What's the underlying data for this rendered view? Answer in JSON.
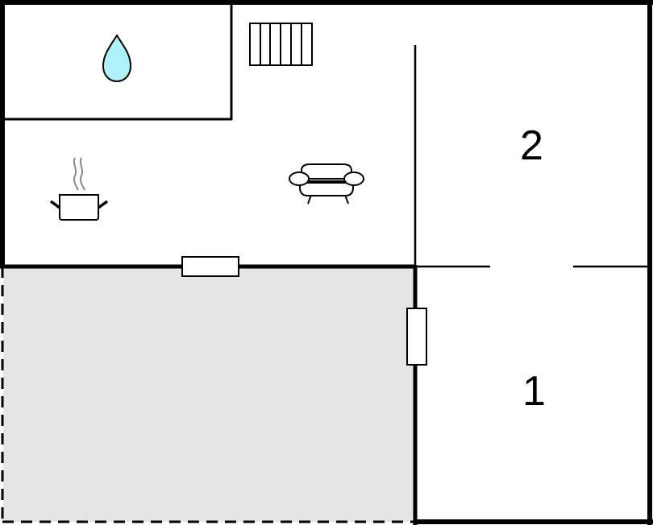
{
  "floorplan": {
    "rooms": [
      {
        "id": "room-2",
        "label": "2"
      },
      {
        "id": "room-1",
        "label": "1"
      }
    ],
    "areas": {
      "bathroom": {
        "icon": "water-drop-icon"
      },
      "kitchen": {
        "icon": "cooking-pot-icon"
      },
      "living": {
        "icon": "sofa-icon"
      },
      "heating": {
        "icon": "radiator-icon"
      },
      "terrace": {
        "fill": "#e5e5e5",
        "border": "dashed"
      }
    },
    "colors": {
      "wall": "#000000",
      "water": "#aef2f7",
      "steam": "#8a8a8a",
      "terrace": "#e5e5e5",
      "background": "#ffffff"
    }
  }
}
